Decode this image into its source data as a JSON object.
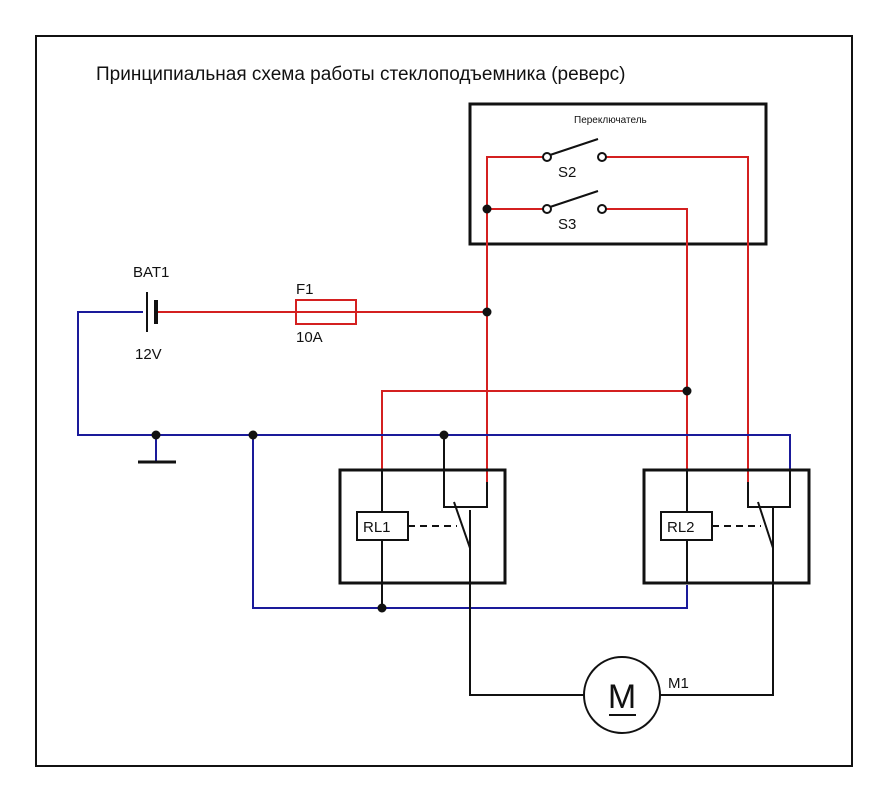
{
  "title": "Принципиальная схема работы стеклоподъемника (реверс)",
  "switch_block": {
    "label": "Переключатель",
    "switches": [
      "S2",
      "S3"
    ]
  },
  "battery": {
    "name": "BAT1",
    "voltage": "12V"
  },
  "fuse": {
    "name": "F1",
    "rating": "10A"
  },
  "relays": [
    "RL1",
    "RL2"
  ],
  "motor": {
    "name": "M1",
    "symbol": "M"
  },
  "colors": {
    "positive_wire": "#d42020",
    "ground_wire": "#1a1a9a",
    "control_wire": "#111111",
    "frame": "#111111"
  }
}
